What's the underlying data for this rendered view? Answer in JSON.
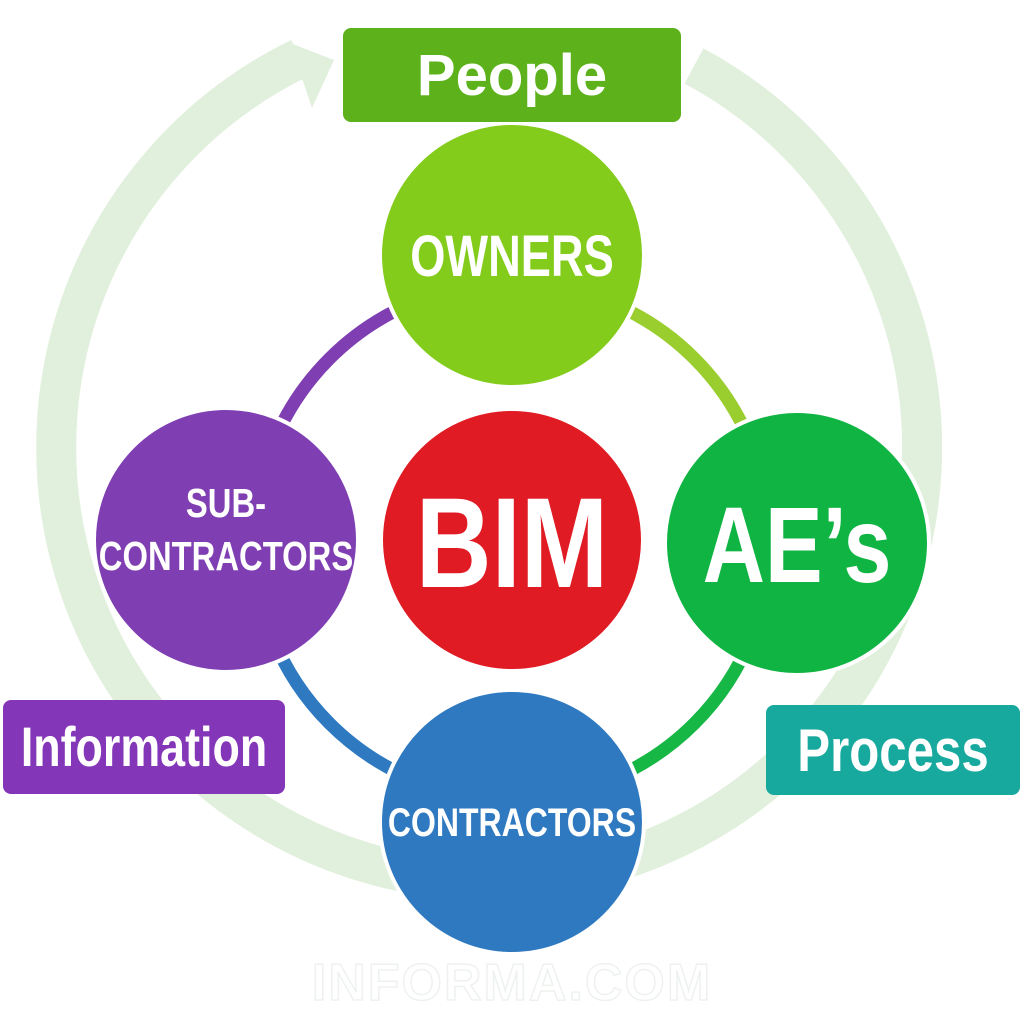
{
  "center": {
    "label": "BIM",
    "color": "#e01b24"
  },
  "nodes": {
    "owners": {
      "label": "OWNERS",
      "color": "#83cc1c"
    },
    "aes": {
      "label": "AE’s",
      "color": "#10b443"
    },
    "contractors": {
      "label": "CONTRACTORS",
      "color": "#2f79c0"
    },
    "subcontractors": {
      "label_line1": "SUB-",
      "label_line2": "CONTRACTORS",
      "color": "#7f3fb2"
    }
  },
  "tags": {
    "people": {
      "label": "People",
      "color": "#5db21c"
    },
    "process": {
      "label": "Process",
      "color": "#17a89e"
    },
    "information": {
      "label": "Information",
      "color": "#8436b8"
    }
  },
  "cycle_color": "#e1f0dc",
  "watermark": "INFORMA.COM"
}
